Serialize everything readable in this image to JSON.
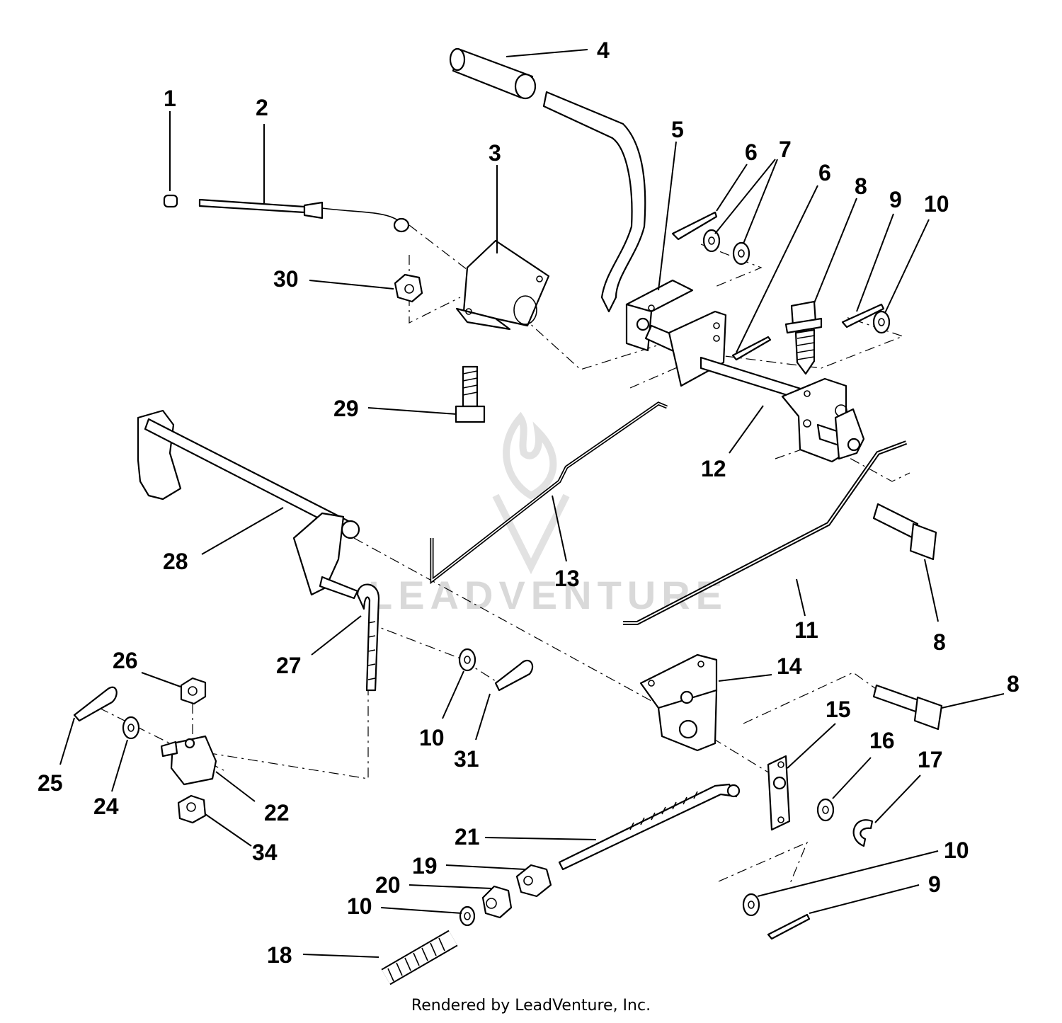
{
  "watermark": "LEADVENTURE",
  "footer": "Rendered by LeadVenture, Inc.",
  "callouts": [
    {
      "id": "c1",
      "text": "1"
    },
    {
      "id": "c2",
      "text": "2"
    },
    {
      "id": "c3",
      "text": "3"
    },
    {
      "id": "c4",
      "text": "4"
    },
    {
      "id": "c5",
      "text": "5"
    },
    {
      "id": "c6a",
      "text": "6"
    },
    {
      "id": "c7",
      "text": "7"
    },
    {
      "id": "c6b",
      "text": "6"
    },
    {
      "id": "c8a",
      "text": "8"
    },
    {
      "id": "c9a",
      "text": "9"
    },
    {
      "id": "c10a",
      "text": "10"
    },
    {
      "id": "c30",
      "text": "30"
    },
    {
      "id": "c29",
      "text": "29"
    },
    {
      "id": "c12",
      "text": "12"
    },
    {
      "id": "c28",
      "text": "28"
    },
    {
      "id": "c13",
      "text": "13"
    },
    {
      "id": "c11",
      "text": "11"
    },
    {
      "id": "c8b",
      "text": "8"
    },
    {
      "id": "c27",
      "text": "27"
    },
    {
      "id": "c26",
      "text": "26"
    },
    {
      "id": "c14",
      "text": "14"
    },
    {
      "id": "c8c",
      "text": "8"
    },
    {
      "id": "c10b",
      "text": "10"
    },
    {
      "id": "c31",
      "text": "31"
    },
    {
      "id": "c15",
      "text": "15"
    },
    {
      "id": "c16",
      "text": "16"
    },
    {
      "id": "c17",
      "text": "17"
    },
    {
      "id": "c25",
      "text": "25"
    },
    {
      "id": "c24",
      "text": "24"
    },
    {
      "id": "c22",
      "text": "22"
    },
    {
      "id": "c34",
      "text": "34"
    },
    {
      "id": "c21",
      "text": "21"
    },
    {
      "id": "c19",
      "text": "19"
    },
    {
      "id": "c20",
      "text": "20"
    },
    {
      "id": "c10c",
      "text": "10"
    },
    {
      "id": "c18",
      "text": "18"
    },
    {
      "id": "c10d",
      "text": "10"
    },
    {
      "id": "c9b",
      "text": "9"
    }
  ]
}
